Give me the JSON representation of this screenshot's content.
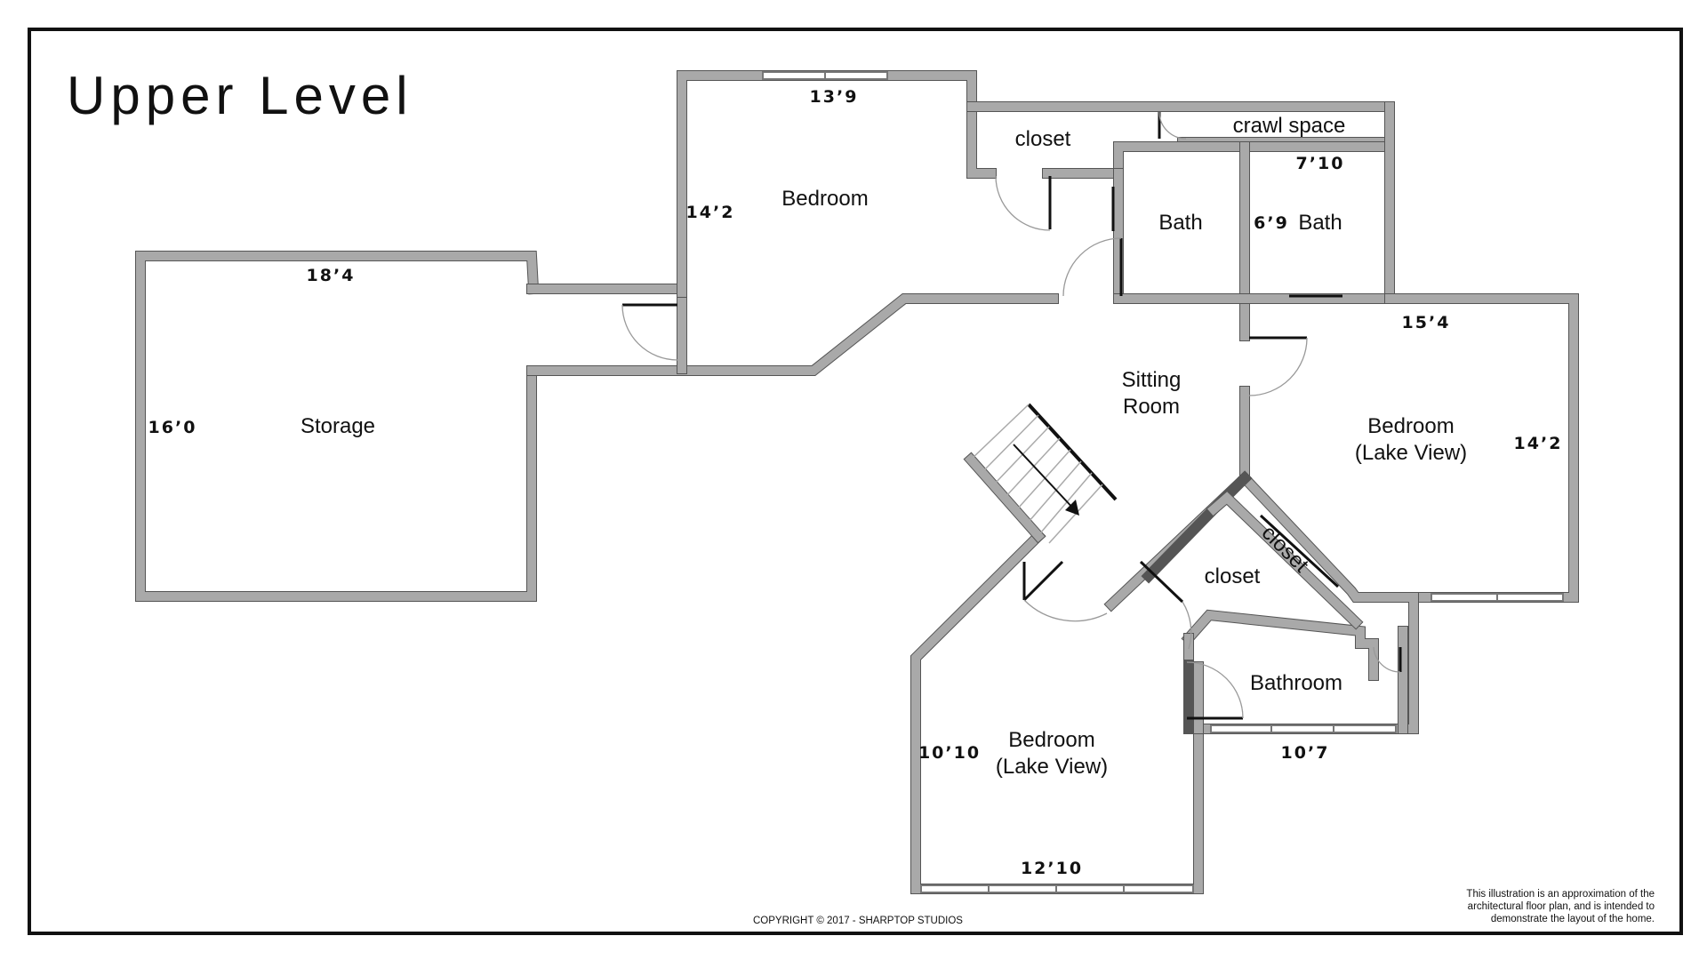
{
  "title": "Upper Level",
  "rooms": {
    "storage": "Storage",
    "bedroom_top": "Bedroom",
    "closet_top": "closet",
    "crawl_space": "crawl space",
    "bath_1": "Bath",
    "bath_2": "Bath",
    "sitting_line1": "Sitting",
    "sitting_line2": "Room",
    "bedroom_right_line1": "Bedroom",
    "bedroom_right_line2": "(Lake View)",
    "closet_diag": "closet",
    "closet_mid": "closet",
    "bathroom": "Bathroom",
    "bedroom_bottom_line1": "Bedroom",
    "bedroom_bottom_line2": "(Lake View)"
  },
  "dimensions": {
    "storage_width": "18’4",
    "storage_depth": "16’0",
    "bedroom_top_width": "13’9",
    "bedroom_top_depth": "14’2",
    "bath2_width": "7’10",
    "bath2_depth": "6’9",
    "bedroom_right_width": "15’4",
    "bedroom_right_depth": "14’2",
    "bathroom_width": "10’7",
    "bedroom_bottom_depth": "10’10",
    "bedroom_bottom_width": "12’10"
  },
  "footer": {
    "copyright": "COPYRIGHT © 2017 - SHARPTOP STUDIOS",
    "disclaimer_line1": "This illustration is an approximation of the",
    "disclaimer_line2": "architectural floor plan, and is intended to",
    "disclaimer_line3": "demonstrate the layout of the home."
  },
  "colors": {
    "wall": "#a9a9a9",
    "wall_edge": "#555555",
    "frame": "#111111"
  }
}
